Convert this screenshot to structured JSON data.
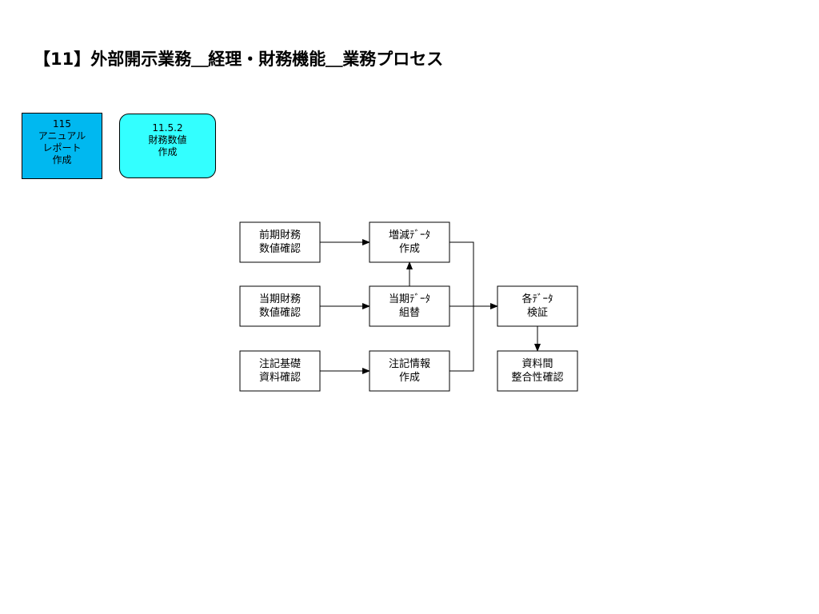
{
  "title": "【11】外部開示業務＿経理・財務機能＿業務プロセス",
  "process_ref": {
    "label": "115\nアニュアル\nレポート\n作成"
  },
  "subprocess_ref": {
    "label": "11.5.2\n財務数値\n作成"
  },
  "flow": {
    "nodes": [
      {
        "id": "prev",
        "lines": [
          "前期財務",
          "数値確認"
        ]
      },
      {
        "id": "cur",
        "lines": [
          "当期財務",
          "数値確認"
        ]
      },
      {
        "id": "note",
        "lines": [
          "注記基礎",
          "資料確認"
        ]
      },
      {
        "id": "diff",
        "lines": [
          "増減ﾃﾞｰﾀ",
          "作成"
        ]
      },
      {
        "id": "recomb",
        "lines": [
          "当期ﾃﾞｰﾀ",
          "組替"
        ]
      },
      {
        "id": "noteinfo",
        "lines": [
          "注記情報",
          "作成"
        ]
      },
      {
        "id": "verify",
        "lines": [
          "各ﾃﾞｰﾀ",
          "検証"
        ]
      },
      {
        "id": "consistency",
        "lines": [
          "資料間",
          "整合性確認"
        ]
      }
    ],
    "edges": [
      [
        "prev",
        "diff"
      ],
      [
        "cur",
        "recomb"
      ],
      [
        "note",
        "noteinfo"
      ],
      [
        "recomb",
        "diff"
      ],
      [
        "diff",
        "verify"
      ],
      [
        "recomb",
        "verify"
      ],
      [
        "noteinfo",
        "verify"
      ],
      [
        "verify",
        "consistency"
      ]
    ]
  }
}
